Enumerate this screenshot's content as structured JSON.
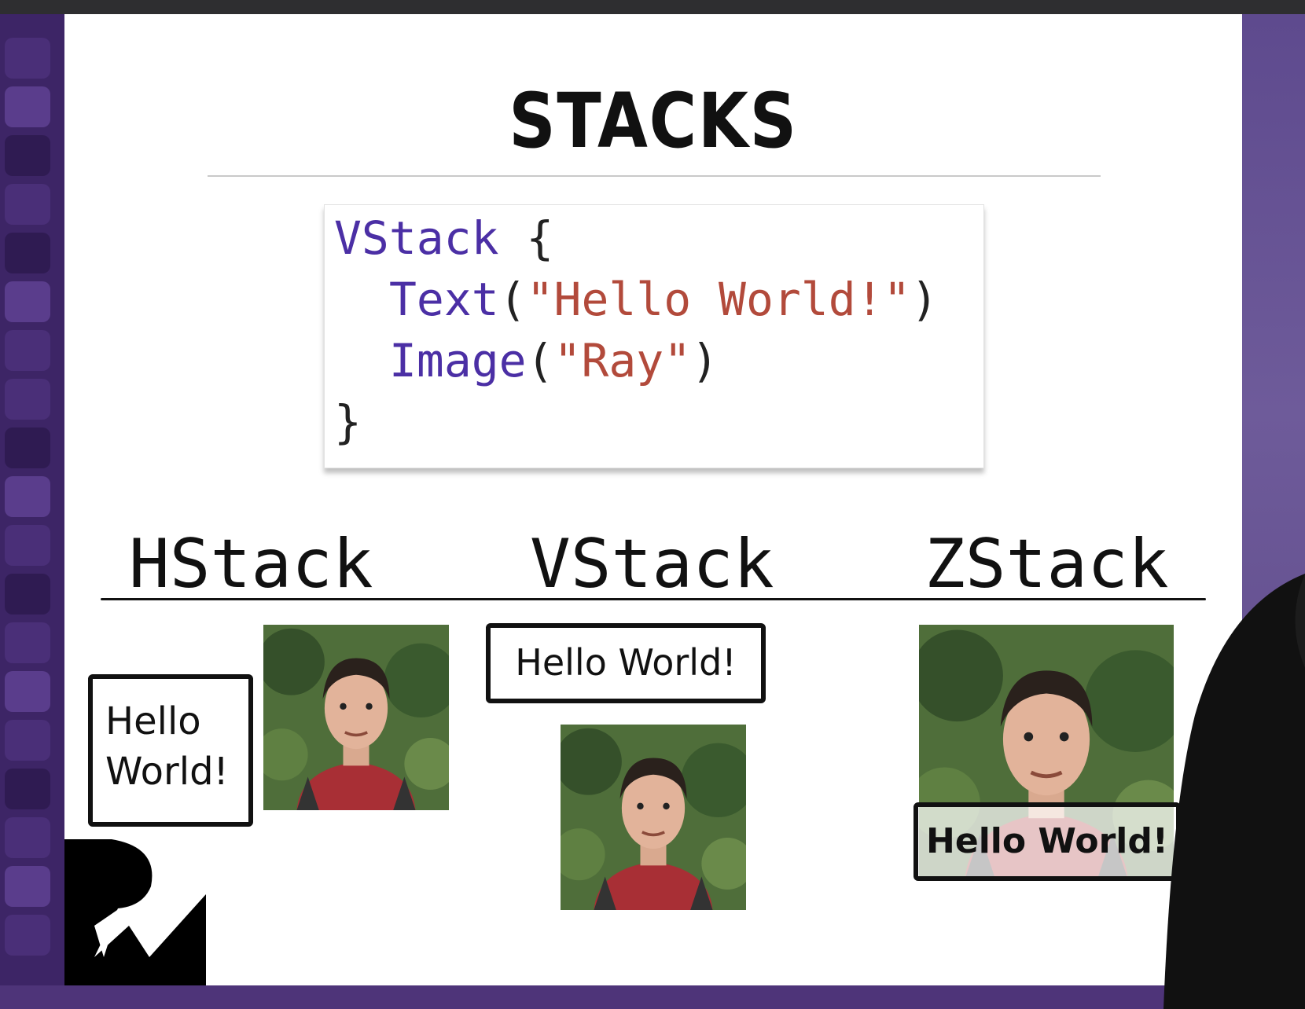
{
  "slide": {
    "title": "STACKS",
    "code": {
      "line1_kw": "VStack",
      "line1_rest": " {",
      "line2_kw": "Text",
      "line2_open": "(",
      "line2_str": "\"Hello World!\"",
      "line2_close": ")",
      "line3_kw": "Image",
      "line3_open": "(",
      "line3_str": "\"Ray\"",
      "line3_close": ")",
      "line4": "}"
    },
    "stacks": {
      "hstack_label": "HStack",
      "vstack_label": "VStack",
      "zstack_label": "ZStack",
      "hstack_text_line1": "Hello",
      "hstack_text_line2": "World!",
      "vstack_text": "Hello World!",
      "zstack_text": "Hello World!"
    }
  },
  "colors": {
    "keyword": "#4b2fa5",
    "string": "#b24a3b",
    "background_purple": "#5b3f86"
  }
}
